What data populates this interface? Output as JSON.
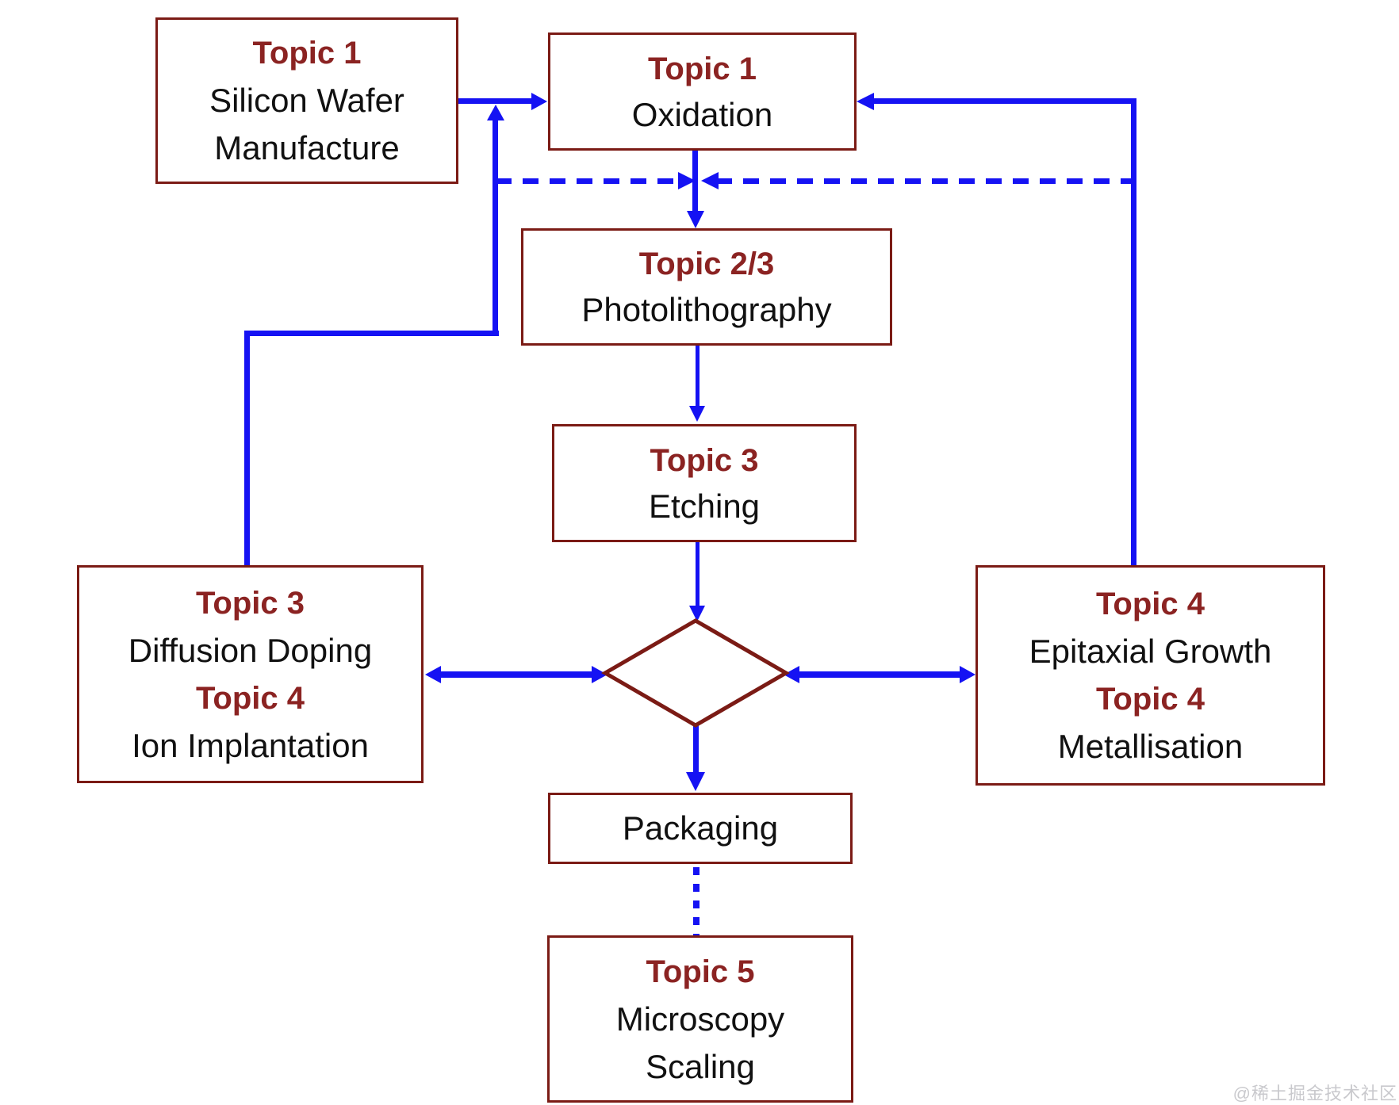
{
  "palette": {
    "connector_blue": "#1512f3",
    "box_border_maroon": "#7b1b15",
    "topic_text_maroon": "#8b2322",
    "body_text_black": "#111111",
    "watermark_gray": "#c9c9cd",
    "background": "#ffffff"
  },
  "boxes": {
    "silicon": {
      "topic": "Topic 1",
      "line1": "Silicon Wafer",
      "line2": "Manufacture"
    },
    "oxidation": {
      "topic": "Topic 1",
      "line1": "Oxidation"
    },
    "photolithography": {
      "topic": "Topic 2/3",
      "line1": "Photolithography"
    },
    "etching": {
      "topic": "Topic 3",
      "line1": "Etching"
    },
    "doping": {
      "topic1": "Topic 3",
      "line1": "Diffusion Doping",
      "topic2": "Topic 4",
      "line2": "Ion Implantation"
    },
    "epitaxial": {
      "topic1": "Topic 4",
      "line1": "Epitaxial Growth",
      "topic2": "Topic 4",
      "line2": "Metallisation"
    },
    "packaging": {
      "line1": "Packaging"
    },
    "microscopy": {
      "topic": "Topic 5",
      "line1": "Microscopy",
      "line2": "Scaling"
    }
  },
  "diamond": {
    "shape": "decision-diamond",
    "fill": "#ffffff",
    "stroke": "#7b1b15"
  },
  "connectors": {
    "silicon_to_oxidation": "solid-arrow-right",
    "oxidation_to_photolithography": "solid-arrow-down",
    "photolithography_to_etching": "solid-arrow-down",
    "etching_to_diamond": "solid-arrow-down",
    "diamond_to_doping": "solid-arrow-double-headed",
    "diamond_to_epitaxial": "solid-arrow-double-headed",
    "diamond_to_packaging": "solid-arrow-down",
    "packaging_to_microscopy": "dotted-line-down",
    "doping_loop_up": "solid-elbow-arrow-up",
    "epitaxial_loop_to_oxidation": "solid-elbow-arrow-left",
    "feedback_dashed": "dashed-line-converging-arrows"
  },
  "watermark": {
    "text": "@稀土掘金技术社区"
  }
}
